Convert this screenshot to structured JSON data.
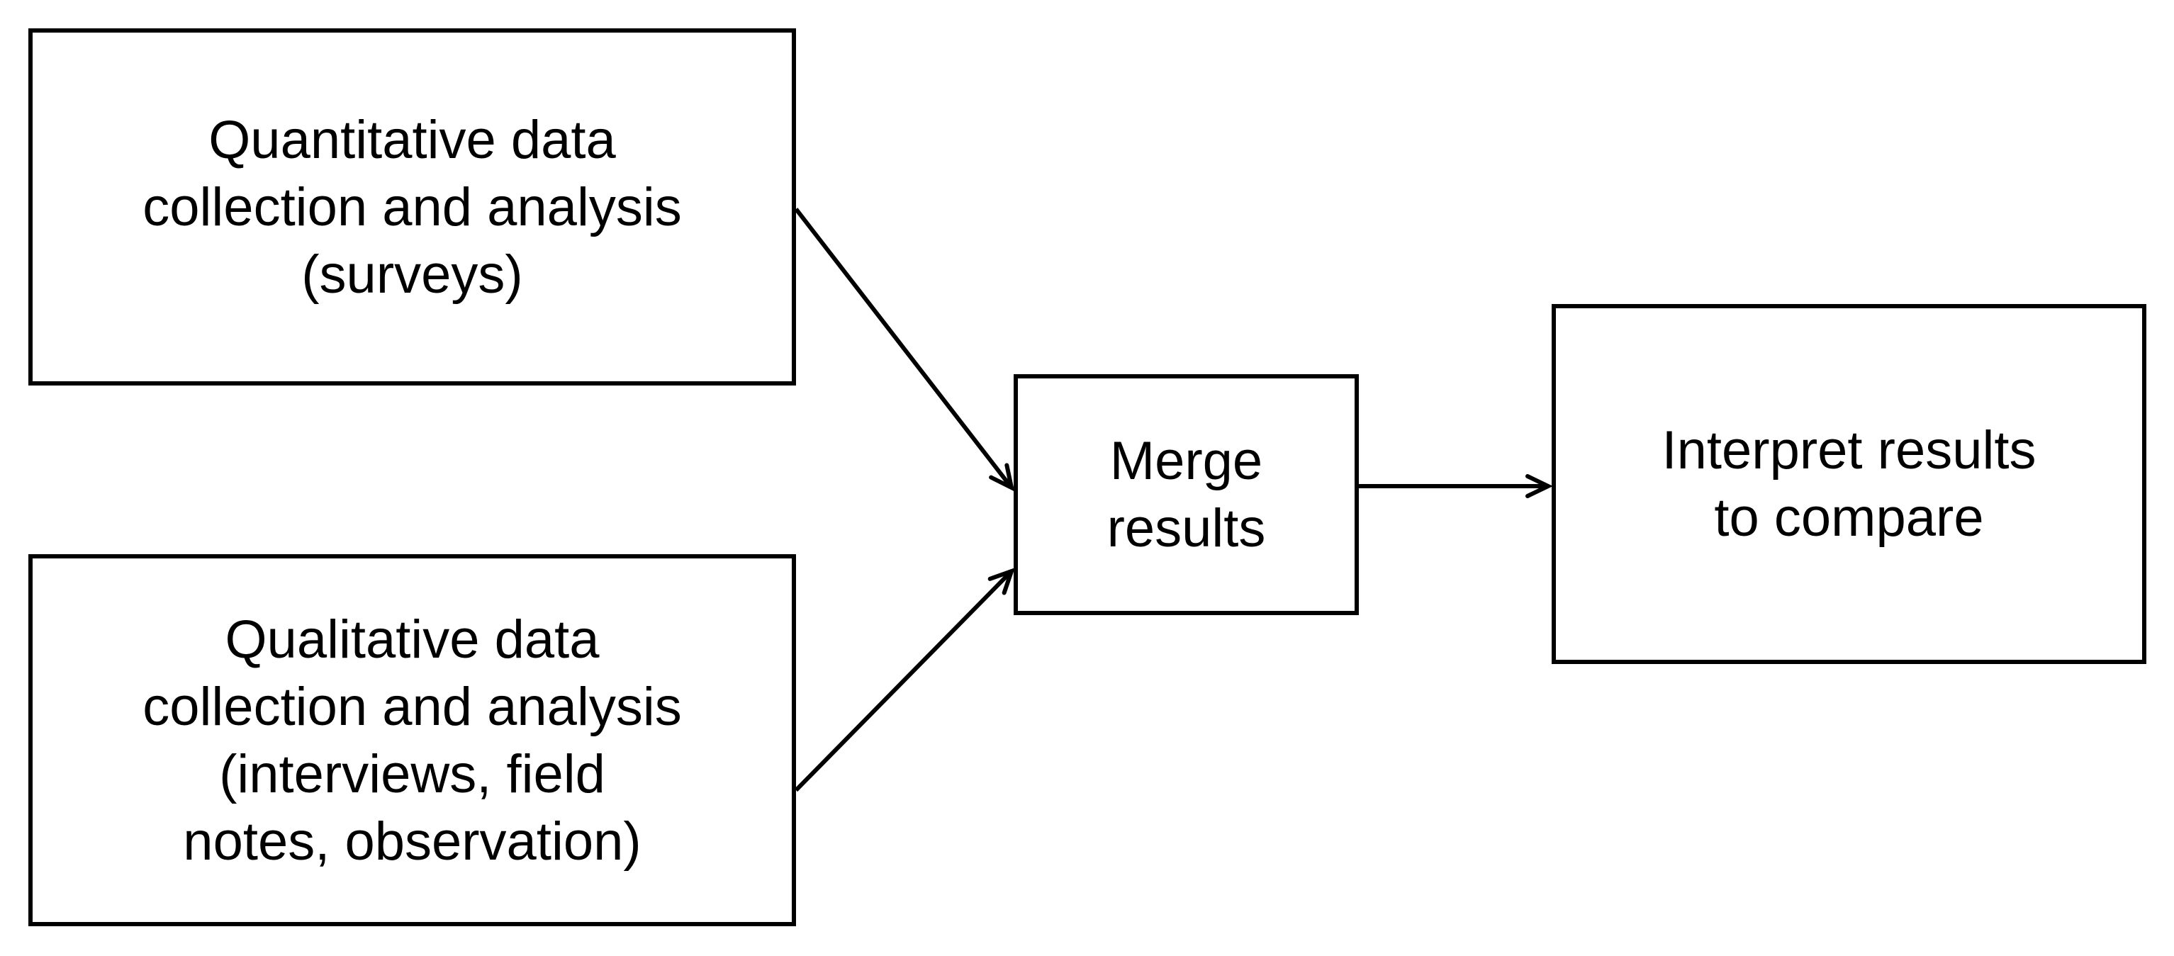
{
  "colors": {
    "background": "#ffffff",
    "box_border": "#000000",
    "text": "#000000",
    "arrow": "#000000"
  },
  "diagram": {
    "boxes": [
      {
        "id": "quantitative",
        "label": "Quantitative data\ncollection and analysis\n(surveys)"
      },
      {
        "id": "qualitative",
        "label": "Qualitative data\ncollection and analysis\n(interviews, field\nnotes, observation)"
      },
      {
        "id": "merge",
        "label": "Merge\nresults"
      },
      {
        "id": "interpret",
        "label": "Interpret results\nto compare"
      }
    ],
    "edges": [
      {
        "from": "quantitative",
        "to": "merge"
      },
      {
        "from": "qualitative",
        "to": "merge"
      },
      {
        "from": "merge",
        "to": "interpret"
      }
    ]
  }
}
